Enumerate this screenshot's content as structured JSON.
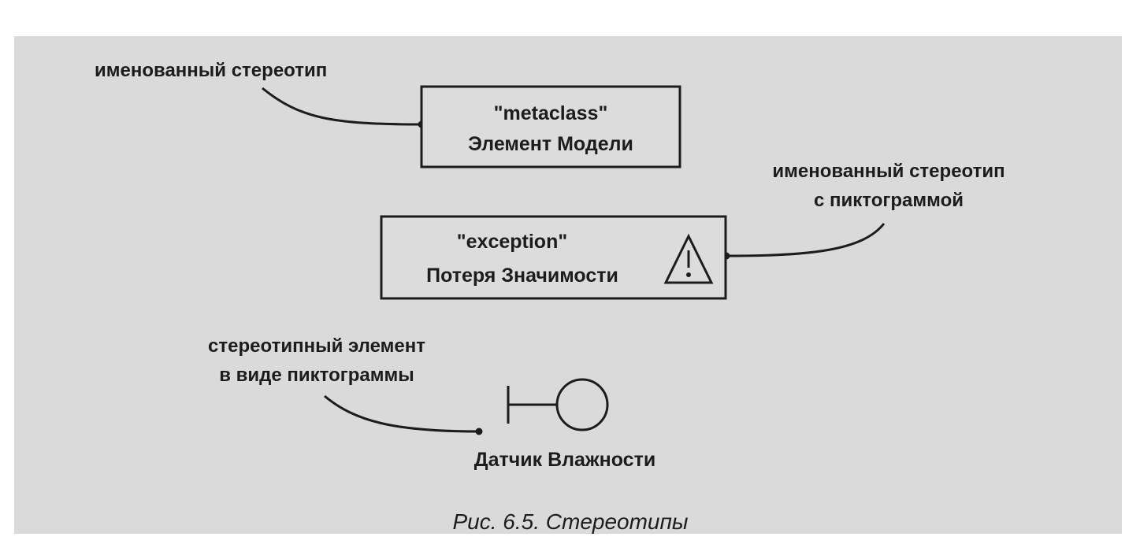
{
  "annotations": {
    "named_stereotype": "именованный стереотип",
    "named_stereotype_icon_line1": "именованный стереотип",
    "named_stereotype_icon_line2": "с пиктограммой",
    "icon_element_line1": "стереотипный элемент",
    "icon_element_line2": "в виде пиктограммы"
  },
  "elements": {
    "metaclass": {
      "stereotype": "\"metaclass\"",
      "name": "Элемент Модели"
    },
    "exception": {
      "stereotype": "\"exception\"",
      "name": "Потеря Значимости",
      "icon": "warning-triangle-icon"
    },
    "sensor": {
      "name": "Датчик Влажности",
      "icon": "boundary-icon"
    }
  },
  "caption": "Рис. 6.5. Стереотипы",
  "colors": {
    "panel": "#dadada",
    "ink": "#1c1c1c"
  }
}
